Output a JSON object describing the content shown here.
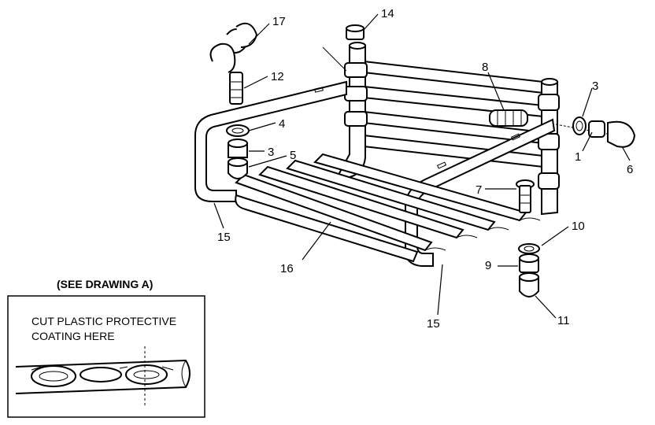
{
  "labels": {
    "n1": "1",
    "n3a": "3",
    "n3b": "3",
    "n4": "4",
    "n5": "5",
    "n6": "6",
    "n7": "7",
    "n8": "8",
    "n9": "9",
    "n10": "10",
    "n11": "11",
    "n12": "12",
    "n14": "14",
    "n15a": "15",
    "n15b": "15",
    "n16": "16",
    "n17": "17"
  },
  "inset": {
    "heading": "(SEE DRAWING A)",
    "line1": "CUT PLASTIC PROTECTIVE",
    "line2": "COATING HERE"
  }
}
